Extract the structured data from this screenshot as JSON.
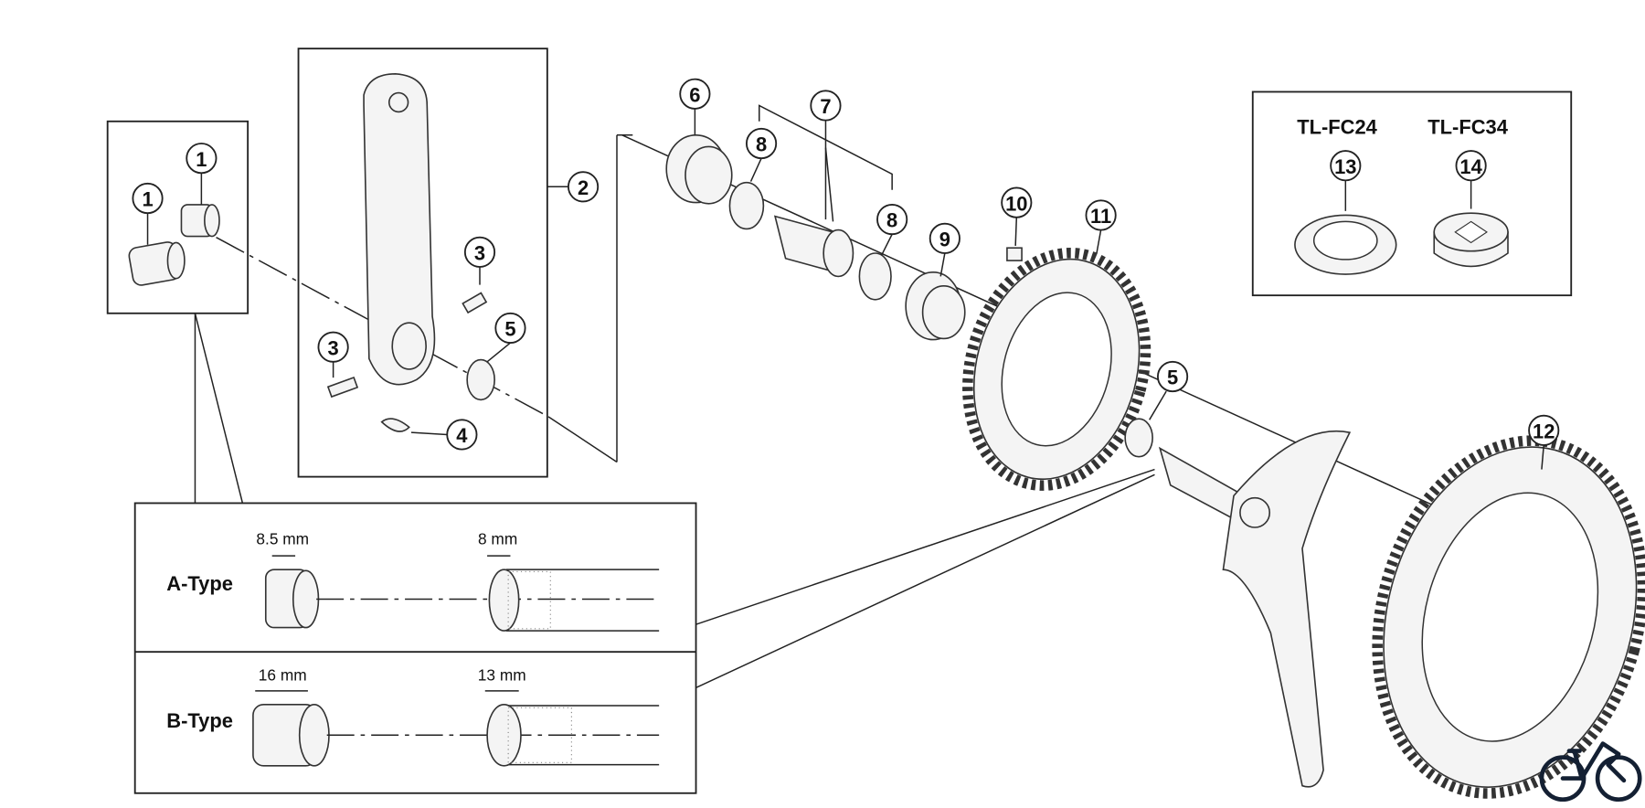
{
  "callouts": {
    "c1a": "1",
    "c1b": "1",
    "c2": "2",
    "c3a": "3",
    "c3b": "3",
    "c4": "4",
    "c5a": "5",
    "c5b": "5",
    "c6": "6",
    "c7": "7",
    "c8a": "8",
    "c8b": "8",
    "c9": "9",
    "c10": "10",
    "c11": "11",
    "c12": "12",
    "c13": "13",
    "c14": "14"
  },
  "tools": {
    "tool1": "TL-FC24",
    "tool2": "TL-FC34"
  },
  "detail": {
    "a_type": "A-Type",
    "b_type": "B-Type",
    "a_cap_dim": "8.5 mm",
    "a_hole_dim": "8 mm",
    "b_cap_dim": "16 mm",
    "b_hole_dim": "13 mm"
  },
  "logo": {
    "name": "bicycle-logo",
    "color": "#142033"
  }
}
